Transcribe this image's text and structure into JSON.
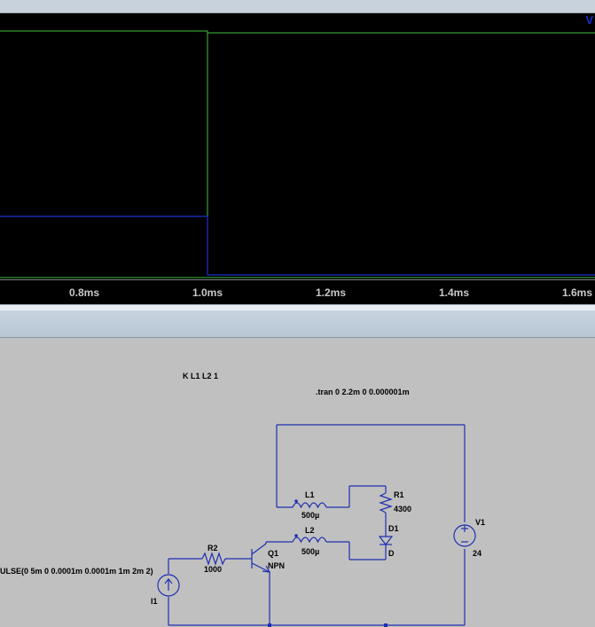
{
  "plot": {
    "trace_label": "V",
    "x_ticks": [
      "0.8ms",
      "1.0ms",
      "1.2ms",
      "1.4ms",
      "1.6ms"
    ],
    "trace_colors": {
      "green": "#40c040",
      "blue": "#2030d0"
    }
  },
  "schematic": {
    "directives": {
      "coupling": "K L1 L2  1",
      "tran": ".tran 0 2.2m 0 0.000001m"
    },
    "components": {
      "L1": {
        "name": "L1",
        "value": "500µ"
      },
      "L2": {
        "name": "L2",
        "value": "500µ"
      },
      "R1": {
        "name": "R1",
        "value": "4300"
      },
      "R2": {
        "name": "R2",
        "value": "1000"
      },
      "D1": {
        "name": "D1",
        "value": "D"
      },
      "Q1": {
        "name": "Q1",
        "value": "NPN"
      },
      "V1": {
        "name": "V1",
        "value": "24"
      },
      "I1": {
        "name": "I1",
        "value": "ULSE(0 5m 0 0.0001m 0.0001m 1m 2m 2)"
      }
    },
    "wire_color": "#1f2fb0"
  }
}
